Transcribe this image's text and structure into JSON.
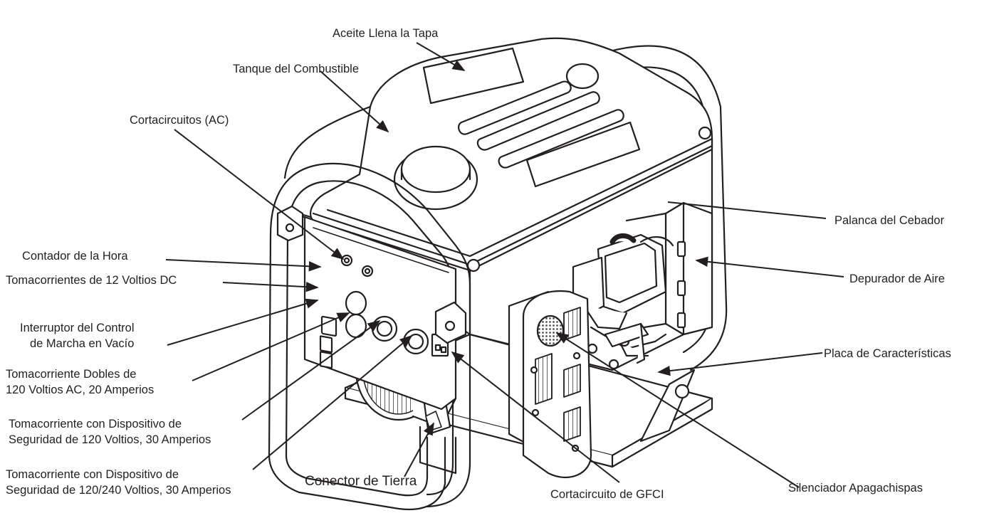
{
  "labels": {
    "oil_fill_cap": "Aceite Llena la Tapa",
    "fuel_tank": "Tanque del Combustible",
    "circuit_breakers_ac": "Cortacircuitos (AC)",
    "hour_meter": "Contador de la Hora",
    "dc_outlets": "Tomacorrientes de 12 Voltios DC",
    "idle_control_switch": [
      "Interruptor del Control",
      "de Marcha en Vacío"
    ],
    "duplex_outlets": [
      "Tomacorriente Dobles de",
      "120 Voltios AC, 20 Amperios"
    ],
    "locking_outlet_120": [
      "Tomacorriente con Dispositivo de",
      "Seguridad de 120 Voltios, 30 Amperios"
    ],
    "locking_outlet_120_240": [
      "Tomacorriente con Dispositivo de",
      "Seguridad de 120/240 Voltios, 30 Amperios"
    ],
    "ground_connector": "Conector de Tierra",
    "gfci_breaker": "Cortacircuito de GFCI",
    "spark_arrestor_muffler": "Silenciador Apagachispas",
    "choke_lever": "Palanca del Cebador",
    "air_cleaner": "Depurador de Aire",
    "data_plate": "Placa de Características"
  },
  "colors": {
    "ink": "#231f20",
    "paper": "#ffffff",
    "screen": "#6e6e6e"
  }
}
